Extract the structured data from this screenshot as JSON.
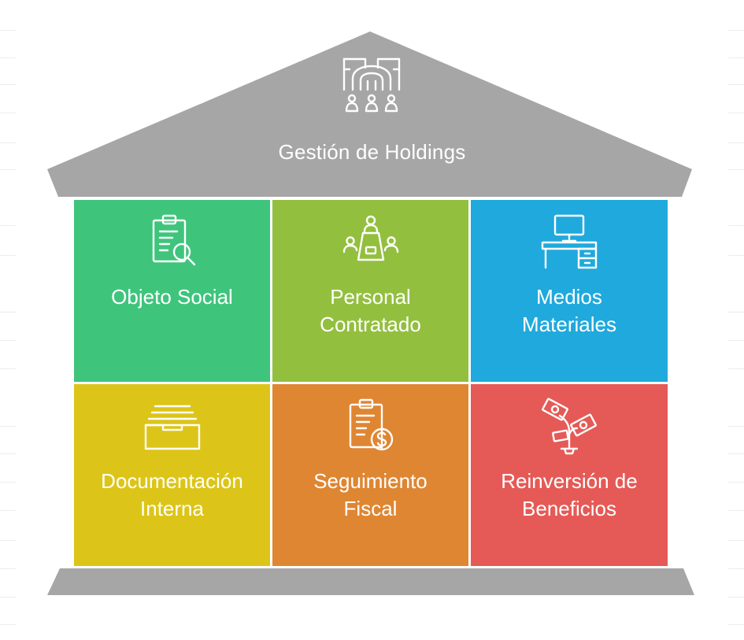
{
  "roof": {
    "title": "Gestión de Holdings",
    "icon": "meeting-room-people-icon"
  },
  "colors": {
    "roof": "#a6a6a6",
    "base": "#a6a6a6",
    "text": "#ffffff"
  },
  "blocks": [
    {
      "id": "objeto-social",
      "lines": [
        "Objeto Social"
      ],
      "icon": "clipboard-search-icon",
      "color": "#3fc47c"
    },
    {
      "id": "personal-contratado",
      "lines": [
        "Personal",
        "Contratado"
      ],
      "icon": "team-meeting-icon",
      "color": "#93bf3f"
    },
    {
      "id": "medios-materiales",
      "lines": [
        "Medios",
        "Materiales"
      ],
      "icon": "desk-computer-icon",
      "color": "#20a9dc"
    },
    {
      "id": "documentacion-interna",
      "lines": [
        "Documentación",
        "Interna"
      ],
      "icon": "file-tray-icon",
      "color": "#dcc518"
    },
    {
      "id": "seguimiento-fiscal",
      "lines": [
        "Seguimiento",
        "Fiscal"
      ],
      "icon": "clipboard-dollar-icon",
      "color": "#df8632"
    },
    {
      "id": "reinversion-beneficios",
      "lines": [
        "Reinversión de",
        "Beneficios"
      ],
      "icon": "money-plant-icon",
      "color": "#e55a56"
    }
  ]
}
